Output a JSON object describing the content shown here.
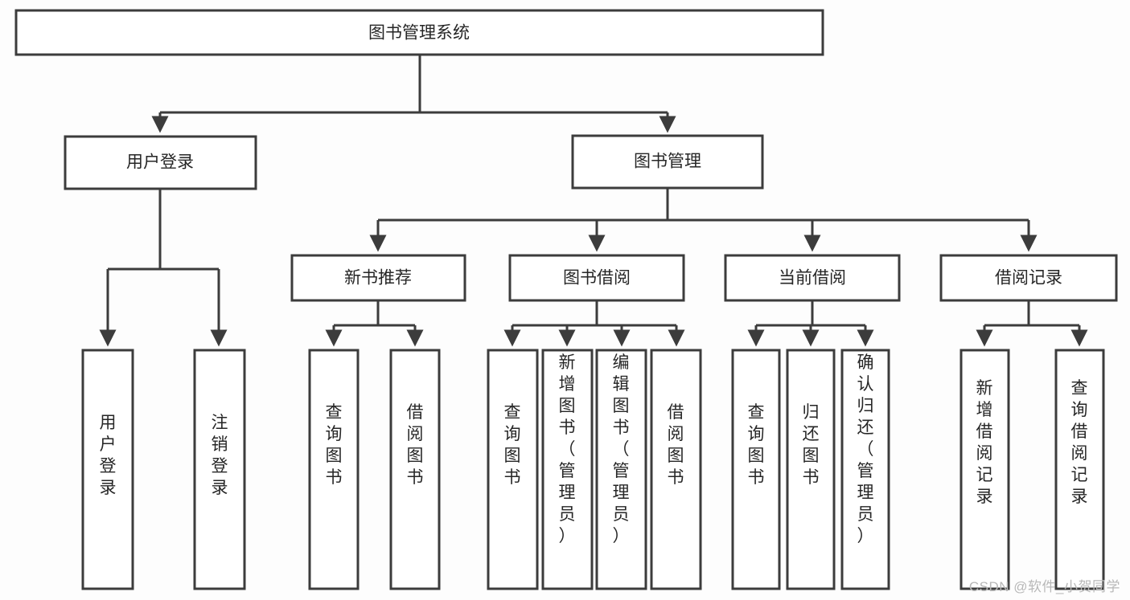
{
  "diagram": {
    "title": "图书管理系统",
    "type": "tree-hierarchy-chart",
    "colors": {
      "box_stroke": "#3c3c3c",
      "box_fill": "#ffffff",
      "text": "#262626",
      "canvas": "#fdfdfd",
      "watermark": "#b8b8b8"
    },
    "root": {
      "label": "图书管理系统"
    },
    "level2": [
      {
        "label": "用户登录"
      },
      {
        "label": "图书管理"
      }
    ],
    "level3": [
      {
        "label": "新书推荐"
      },
      {
        "label": "图书借阅"
      },
      {
        "label": "当前借阅"
      },
      {
        "label": "借阅记录"
      }
    ],
    "leaves": {
      "user_login": [
        {
          "label": "用户登录"
        },
        {
          "label": "注销登录"
        }
      ],
      "new_book_recommend": [
        {
          "label": "查询图书"
        },
        {
          "label": "借阅图书"
        }
      ],
      "book_borrow": [
        {
          "label": "查询图书"
        },
        {
          "label": "新增图书（管理员）"
        },
        {
          "label": "编辑图书（管理员）"
        },
        {
          "label": "借阅图书"
        }
      ],
      "current_borrow": [
        {
          "label": "查询图书"
        },
        {
          "label": "归还图书"
        },
        {
          "label": "确认归还（管理员）"
        }
      ],
      "borrow_record": [
        {
          "label": "新增借阅记录"
        },
        {
          "label": "查询借阅记录"
        }
      ]
    }
  },
  "watermark": {
    "text": "CSDN @软件_小贺同学"
  }
}
